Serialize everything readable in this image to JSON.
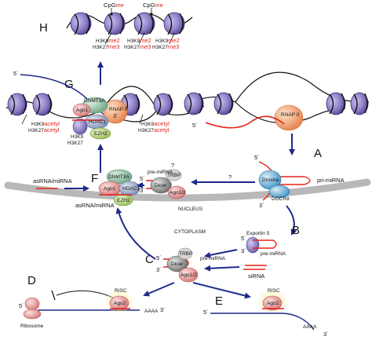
{
  "colors": {
    "histone": "#8b7bc4",
    "histone_dark": "#3d2f6b",
    "rna": "#e2231a",
    "strand": "#1d2a8a",
    "arrow": "#1d2a8a",
    "membrane": "#bdbdbd",
    "ago": "#e8a0a0",
    "dnmt": "#8fbfa3",
    "hdac": "#9aa8c8",
    "ezh2": "#b8d77a",
    "rnap": "#f2a56f",
    "drosha": "#6fb3d9",
    "dicer": "#8c8c8c",
    "trbp": "#c4c4c4",
    "risc_glow": "#f6f0a8"
  },
  "panels": {
    "A": "A",
    "B": "B",
    "C": "C",
    "D": "D",
    "E": "E",
    "F": "F",
    "G": "G",
    "H": "H"
  },
  "H": {
    "cpg1_a": "CpG",
    "cpg1_b": "me",
    "cpg2_a": "CpG",
    "cpg2_b": "me",
    "m1_l1_a": "H3K9",
    "m1_l1_b": "me2",
    "m1_l2_a": "H3K27",
    "m1_l2_b": "me3",
    "m2_l1_a": "H3K9",
    "m2_l1_b": "me2",
    "m2_l2_a": "H3K27",
    "m2_l2_b": "me3",
    "m3_l1_a": "H3K9",
    "m3_l1_b": "me2",
    "m3_l2_a": "H3K27",
    "m3_l2_b": "me3"
  },
  "G": {
    "five_prime": "5´",
    "three_prime": "3´",
    "ago1": "Ago1",
    "dnmt3a": "DNMT3A",
    "hdac1": "HDAC1",
    "ezh2": "EZH2",
    "rnap": "RNAP II",
    "left_l1_a": "H3K9",
    "left_l1_b": "acetyl",
    "left_l2_a": "H3K27",
    "left_l2_b": "acetyl",
    "mid_l1": "H3K9",
    "mid_l2": "H3K27",
    "right_l1_a": "H3K9",
    "right_l1_b": "acetyl",
    "right_l2_a": "H3K27",
    "right_l2_b": "acetyl"
  },
  "right_locus": {
    "rnap": "RNAP II",
    "five_prime": "5´"
  },
  "A": {
    "five_prime": "5´",
    "three_prime": "3´",
    "drosha": "Drosha",
    "dgcr8": "DGCR8",
    "pri_mirna": "pri-miRNA"
  },
  "F": {
    "asrna_left": "asRNA/miRNA",
    "asrna_right": "asRNA/miRNA",
    "ago1": "Ago1",
    "dnmt3a": "DNMT3A",
    "hdac1": "HDAC1",
    "ezh2": "EZH2",
    "pre_mirna": "pre-miRNA",
    "trbp": "TRBP",
    "dicer": "Dicer",
    "ago12": "Ago1/2",
    "five_prime": "5´",
    "three_prime": "3´",
    "question1": "?",
    "question2": "?"
  },
  "zones": {
    "nucleus": "NUCLEUS",
    "cytoplasm": "CYTOPLASM"
  },
  "B": {
    "exportin": "Exportin 5",
    "pre_mirna": "pre-miRNA",
    "five_prime": "5´",
    "three_prime": "3´"
  },
  "C": {
    "trbp": "TRBP",
    "dicer": "Dicer",
    "ago12": "Ago1/2",
    "pre_mirna": "pre-miRNA",
    "sirna": "siRNA",
    "five_prime": "5´",
    "three_prime": "3´"
  },
  "D": {
    "risc": "RISC",
    "ago2": "Ago2",
    "five_prime": "5´",
    "ribosome": "Ribosome",
    "polya": "AAAA",
    "three_prime": "3´"
  },
  "E": {
    "risc": "RISC",
    "ago2": "Ago2",
    "five_prime": "5´",
    "polya": "AAAA",
    "three_prime": "3´"
  }
}
